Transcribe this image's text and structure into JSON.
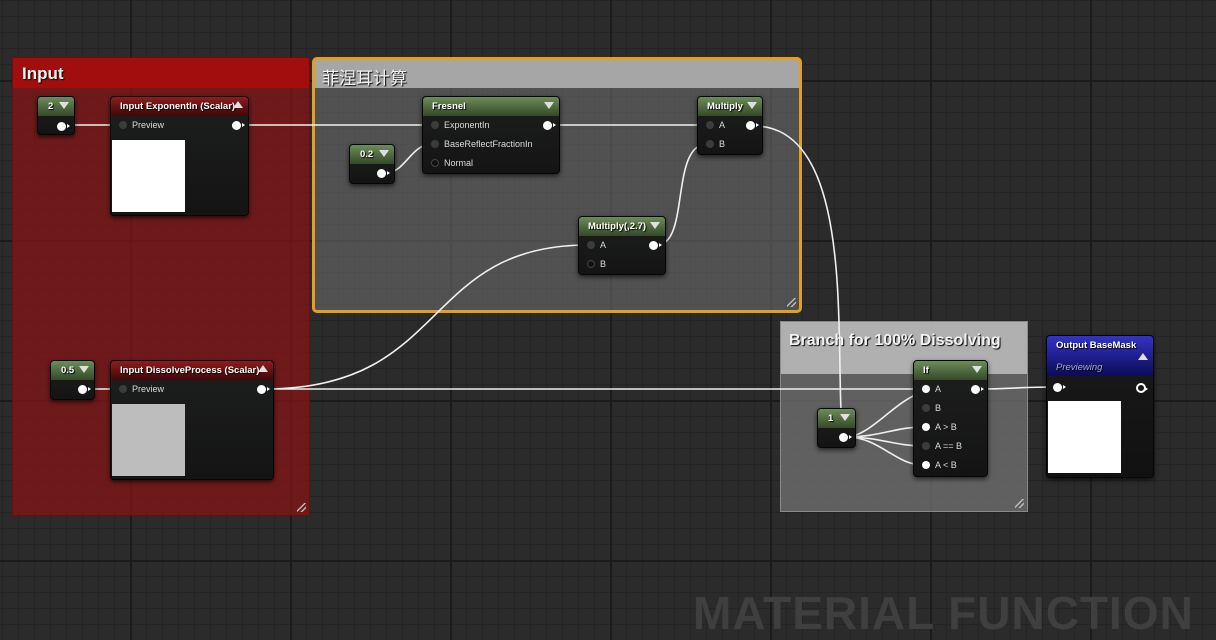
{
  "comments": {
    "input": "Input",
    "fresnel": "菲涅耳计算",
    "branch": "Branch for 100% Dissolving"
  },
  "nodes": {
    "const_2": {
      "value": "2"
    },
    "input_exponent": {
      "title": "Input ExponentIn (Scalar)",
      "pin": "Preview"
    },
    "fresnel": {
      "title": "Fresnel",
      "pins": [
        "ExponentIn",
        "BaseReflectFractionIn",
        "Normal"
      ]
    },
    "const_02": {
      "value": "0.2"
    },
    "multiply": {
      "title": "Multiply",
      "pins": [
        "A",
        "B"
      ]
    },
    "multiply_27": {
      "title": "Multiply(,2.7)",
      "pins": [
        "A",
        "B"
      ]
    },
    "const_05": {
      "value": "0.5"
    },
    "input_dissolve": {
      "title": "Input DissolveProcess (Scalar)",
      "pin": "Preview"
    },
    "const_1": {
      "value": "1"
    },
    "if": {
      "title": "If",
      "pins": [
        "A",
        "B",
        "A > B",
        "A == B",
        "A < B"
      ]
    },
    "output": {
      "title": "Output BaseMask",
      "subtitle": "Previewing"
    }
  },
  "colors": {
    "input_comment": "#a20e0e",
    "fresnel_border": "#e2a020",
    "constant_header": "#6c8d58",
    "function_header": "#8e1d1d",
    "output_header": "#3333c8",
    "exponent_preview": "#ffffff",
    "dissolve_preview": "#bdbdbd",
    "output_preview": "#ffffff"
  },
  "watermark": "MATERIAL FUNCTION"
}
